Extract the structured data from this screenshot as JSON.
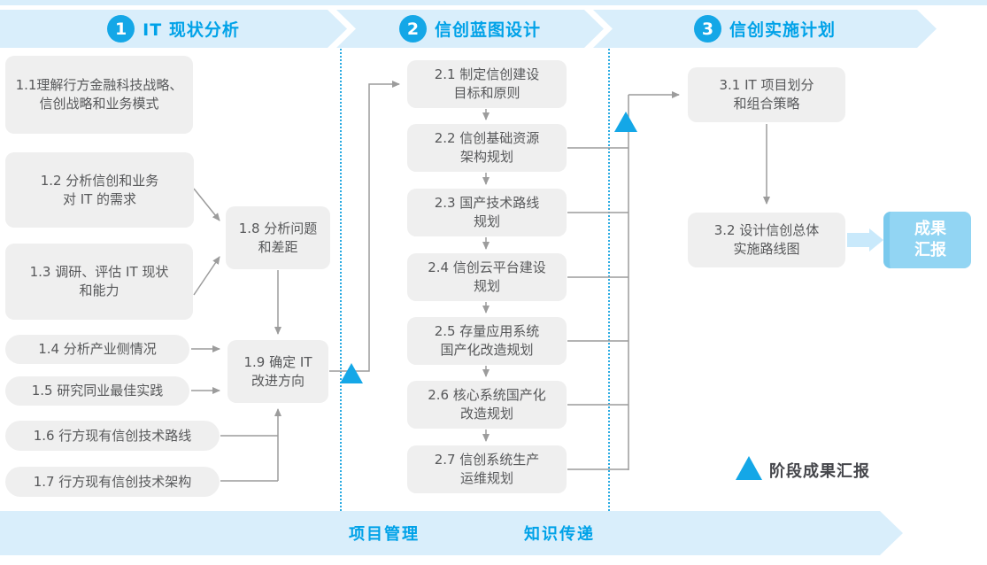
{
  "header": {
    "phases": [
      {
        "number": "1",
        "title": "IT 现状分析"
      },
      {
        "number": "2",
        "title": "信创蓝图设计"
      },
      {
        "number": "3",
        "title": "信创实施计划"
      }
    ]
  },
  "phase1_nodes": [
    {
      "id": "1.1",
      "label": "1.1理解行方金融科技战略、\n信创战略和业务模式"
    },
    {
      "id": "1.2",
      "label": "1.2 分析信创和业务\n对 IT 的需求"
    },
    {
      "id": "1.3",
      "label": "1.3 调研、评估 IT 现状\n和能力"
    },
    {
      "id": "1.4",
      "label": "1.4 分析产业侧情况"
    },
    {
      "id": "1.5",
      "label": "1.5 研究同业最佳实践"
    },
    {
      "id": "1.6",
      "label": "1.6 行方现有信创技术路线"
    },
    {
      "id": "1.7",
      "label": "1.7 行方现有信创技术架构"
    },
    {
      "id": "1.8",
      "label": "1.8 分析问题\n和差距"
    },
    {
      "id": "1.9",
      "label": "1.9 确定 IT\n改进方向"
    }
  ],
  "phase2_nodes": [
    {
      "id": "2.1",
      "label": "2.1 制定信创建设\n目标和原则"
    },
    {
      "id": "2.2",
      "label": "2.2 信创基础资源\n架构规划"
    },
    {
      "id": "2.3",
      "label": "2.3 国产技术路线\n规划"
    },
    {
      "id": "2.4",
      "label": "2.4 信创云平台建设\n规划"
    },
    {
      "id": "2.5",
      "label": "2.5 存量应用系统\n国产化改造规划"
    },
    {
      "id": "2.6",
      "label": "2.6 核心系统国产化\n改造规划"
    },
    {
      "id": "2.7",
      "label": "2.7 信创系统生产\n运维规划"
    }
  ],
  "phase3_nodes": [
    {
      "id": "3.1",
      "label": "3.1 IT 项目划分\n和组合策略"
    },
    {
      "id": "3.2",
      "label": "3.2 设计信创总体\n实施路线图"
    }
  ],
  "outcome": {
    "label": "成果\n汇报"
  },
  "legend": {
    "milestone_label": "阶段成果汇报"
  },
  "footer": {
    "items": [
      "项目管理",
      "知识传递"
    ]
  },
  "colors": {
    "accent_blue": "#14a7e7",
    "banner_blue": "#d9eefb",
    "title_blue": "#00a2e8",
    "box_gray": "#efefef",
    "box_text": "#57585a",
    "connector_gray": "#9c9c9c",
    "outcome_blue": "#92d5f3",
    "pale_arrow_blue": "#c9e9fb"
  }
}
